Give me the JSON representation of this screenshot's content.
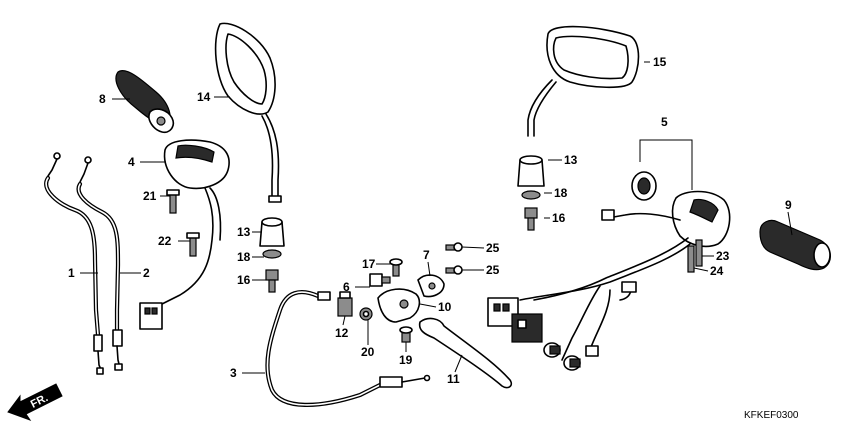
{
  "diagram": {
    "code": "KFKEF0300",
    "direction_label": "FR.",
    "callouts": [
      {
        "id": "c1",
        "text": "1"
      },
      {
        "id": "c2",
        "text": "2"
      },
      {
        "id": "c3",
        "text": "3"
      },
      {
        "id": "c4",
        "text": "4"
      },
      {
        "id": "c5",
        "text": "5"
      },
      {
        "id": "c6",
        "text": "6"
      },
      {
        "id": "c7",
        "text": "7"
      },
      {
        "id": "c8",
        "text": "8"
      },
      {
        "id": "c9",
        "text": "9"
      },
      {
        "id": "c10",
        "text": "10"
      },
      {
        "id": "c11",
        "text": "11"
      },
      {
        "id": "c12",
        "text": "12"
      },
      {
        "id": "c13a",
        "text": "13"
      },
      {
        "id": "c13b",
        "text": "13"
      },
      {
        "id": "c14",
        "text": "14"
      },
      {
        "id": "c15",
        "text": "15"
      },
      {
        "id": "c16a",
        "text": "16"
      },
      {
        "id": "c16b",
        "text": "16"
      },
      {
        "id": "c17",
        "text": "17"
      },
      {
        "id": "c18a",
        "text": "18"
      },
      {
        "id": "c18b",
        "text": "18"
      },
      {
        "id": "c19",
        "text": "19"
      },
      {
        "id": "c20",
        "text": "20"
      },
      {
        "id": "c21",
        "text": "21"
      },
      {
        "id": "c22",
        "text": "22"
      },
      {
        "id": "c23",
        "text": "23"
      },
      {
        "id": "c24",
        "text": "24"
      },
      {
        "id": "c25a",
        "text": "25"
      },
      {
        "id": "c25b",
        "text": "25"
      }
    ]
  }
}
